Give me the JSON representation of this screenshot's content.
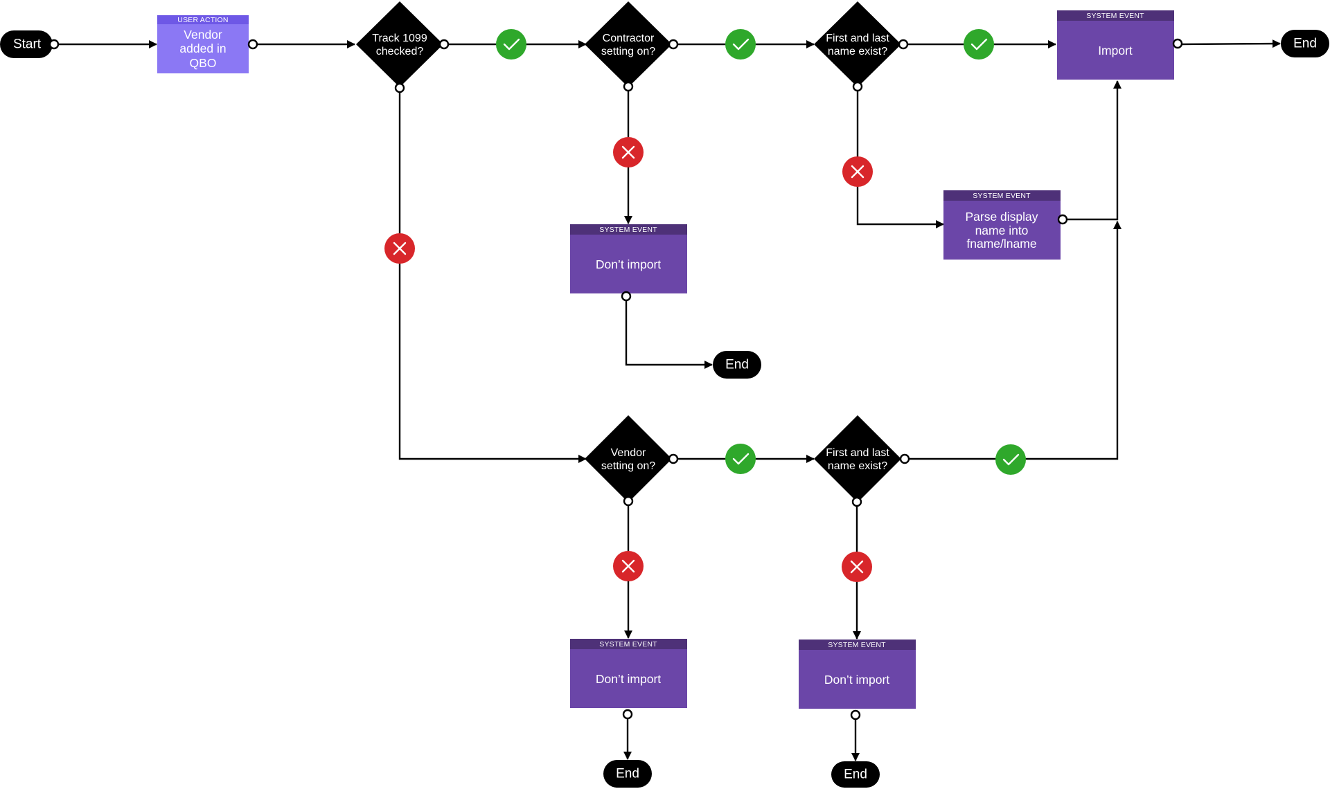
{
  "terminals": {
    "start": "Start",
    "end_main": "End",
    "end_contractor_no": "End",
    "end_vendor_no": "End",
    "end_name_no": "End"
  },
  "decisions": {
    "track1099": [
      "Track 1099",
      "checked?"
    ],
    "contractor": [
      "Contractor",
      "setting on?"
    ],
    "name_exist_top": [
      "First and last",
      "name exist?"
    ],
    "vendor": [
      "Vendor",
      "setting on?"
    ],
    "name_exist_bottom": [
      "First and last",
      "name exist?"
    ]
  },
  "boxes": {
    "vendor_added": {
      "header": "USER ACTION",
      "lines": [
        "Vendor",
        "added in",
        "QBO"
      ]
    },
    "import": {
      "header": "SYSTEM EVENT",
      "lines": [
        "Import"
      ]
    },
    "parse": {
      "header": "SYSTEM EVENT",
      "lines": [
        "Parse display",
        "name into",
        "fname/lname"
      ]
    },
    "dont_import_contractor": {
      "header": "SYSTEM EVENT",
      "lines": [
        "Don’t import"
      ]
    },
    "dont_import_vendor": {
      "header": "SYSTEM EVENT",
      "lines": [
        "Don’t import"
      ]
    },
    "dont_import_name": {
      "header": "SYSTEM EVENT",
      "lines": [
        "Don’t import"
      ]
    }
  },
  "markers": {
    "yes": "check-icon",
    "no": "x-icon"
  },
  "colors": {
    "terminal": "#000000",
    "decision": "#000000",
    "user_action_body": "#8b78f4",
    "user_action_header": "#6e58e6",
    "system_event_body": "#6b46a8",
    "system_event_header": "#4e3178",
    "yes": "#2fa82b",
    "no": "#d8262a"
  }
}
